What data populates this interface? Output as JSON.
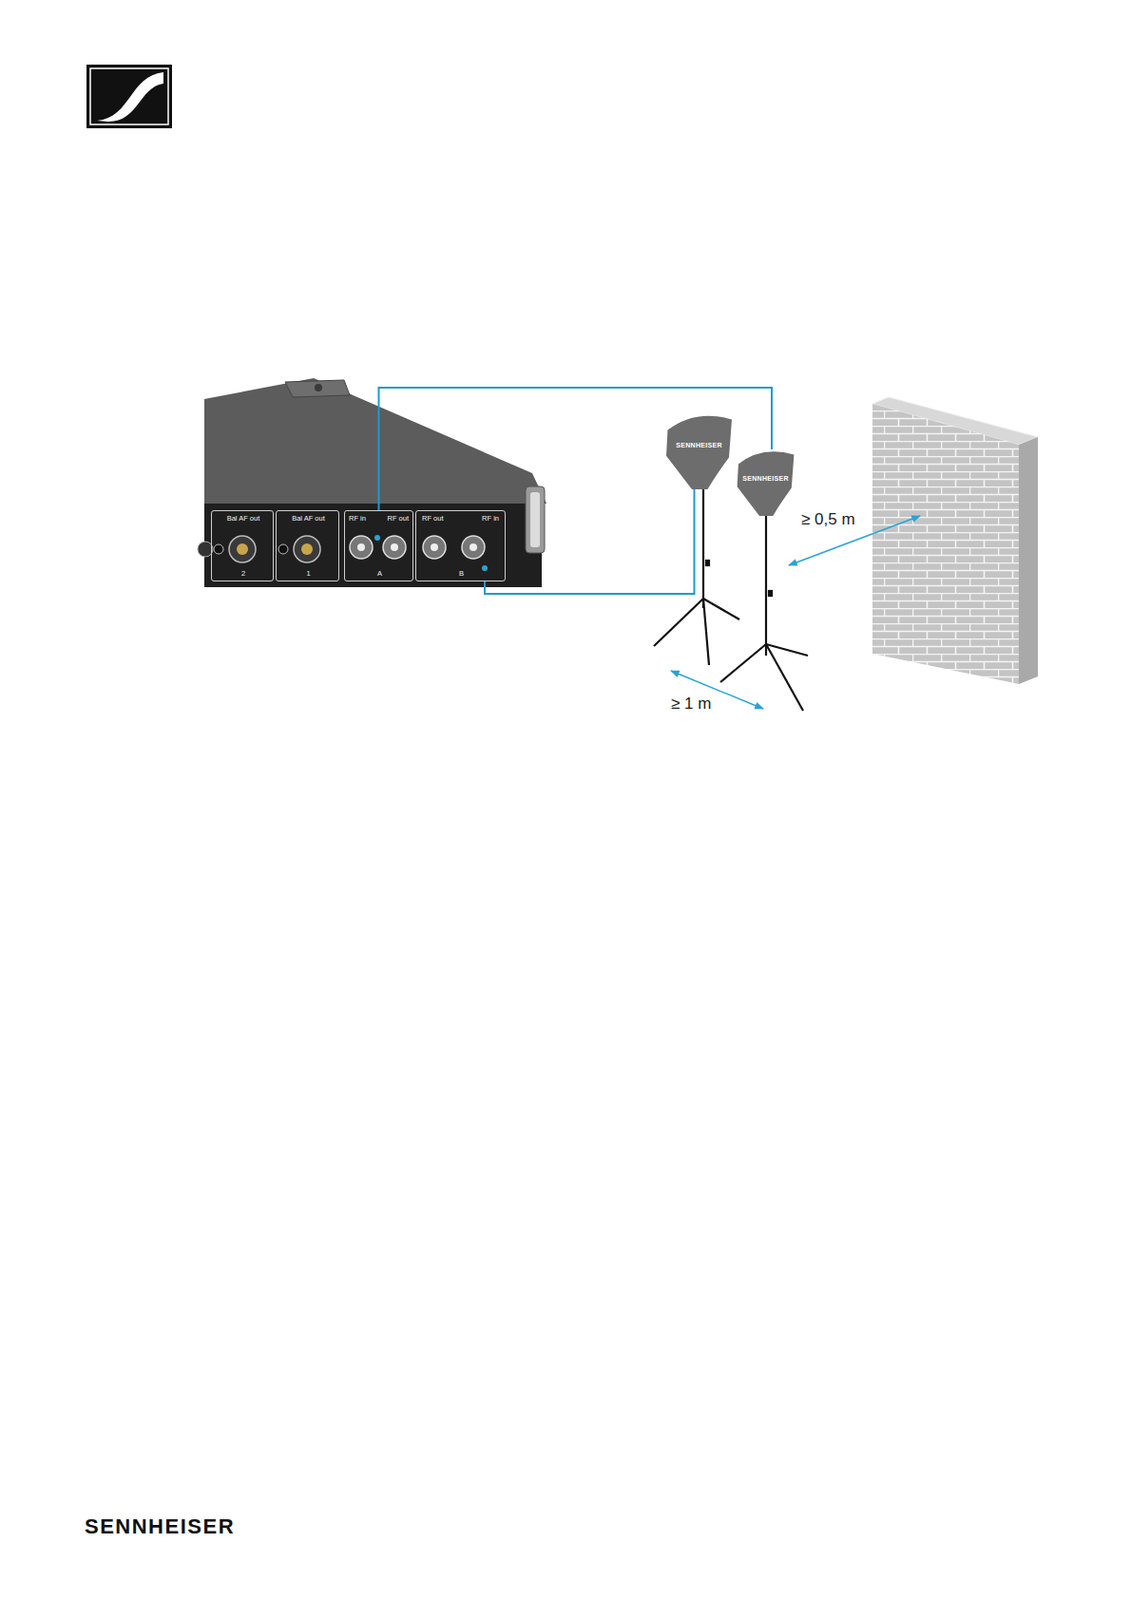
{
  "diagram": {
    "nodes": [
      {
        "text": [
          "Bal AF out",
          "2"
        ]
      },
      {
        "text": [
          "Bal AF out",
          "1"
        ]
      },
      {
        "text": [
          "RF in",
          "RF out",
          "A"
        ]
      },
      {
        "text": [
          "RF out",
          "RF in",
          "B"
        ]
      },
      {
        "text": [
          "SENNHEISER"
        ]
      },
      {
        "text": [
          "SENNHEISER"
        ]
      }
    ],
    "edges": [
      {
        "from": 2,
        "to": 5,
        "arrow": "none"
      },
      {
        "from": 3,
        "to": 4,
        "arrow": "none"
      }
    ],
    "labels": [
      "≥ 0,5 m",
      "≥ 1 m",
      "SENNHEISER"
    ]
  }
}
